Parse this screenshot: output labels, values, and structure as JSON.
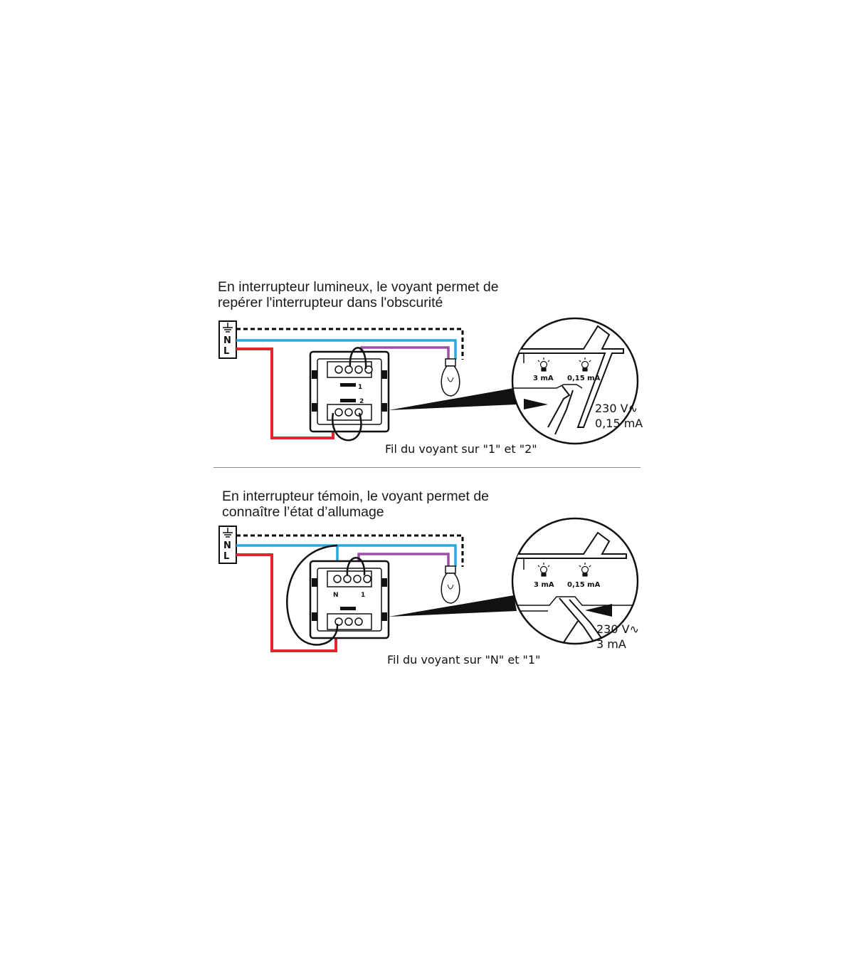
{
  "section1": {
    "title_line1": "En interrupteur lumineux, le voyant permet de",
    "title_line2": "repérer l'interrupteur dans l'obscurité",
    "terminal_n": "N",
    "terminal_l": "L",
    "term_1": "1",
    "term_2": "2",
    "zoom_led_left": "3 mA",
    "zoom_led_right": "0,15 mA",
    "zoom_voltage": "230 V∿",
    "zoom_current": "0,15 mA",
    "caption": "Fil du voyant sur \"1\" et \"2\""
  },
  "section2": {
    "title_line1": "En interrupteur témoin, le voyant permet de",
    "title_line2": "connaître l’état d’allumage",
    "terminal_n": "N",
    "terminal_l": "L",
    "term_n": "N",
    "term_1": "1",
    "zoom_led_left": "3 mA",
    "zoom_led_right": "0,15 mA",
    "zoom_voltage": "230 V∿",
    "zoom_current": "3 mA",
    "caption": "Fil du voyant sur \"N\" et \"1\""
  },
  "colors": {
    "neutral_wire": "#29a8e0",
    "phase_wire": "#e0262c",
    "lamp_wire": "#9b4fa6",
    "earth_wire": "#000000",
    "divider": "#8a8a8a"
  }
}
